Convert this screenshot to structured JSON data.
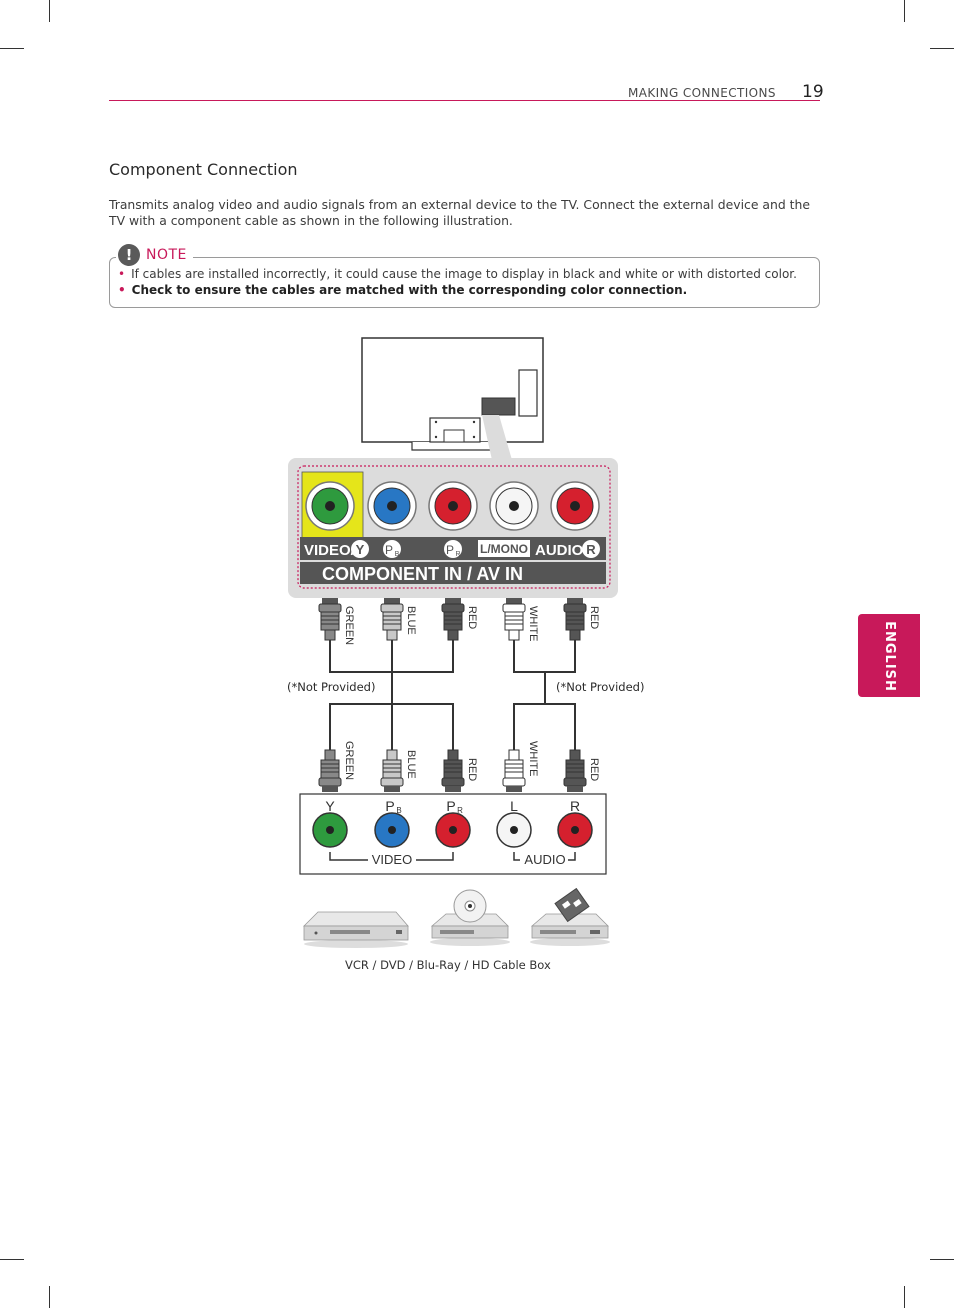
{
  "header": {
    "section": "MAKING CONNECTIONS",
    "page_number": "19"
  },
  "tab": {
    "label": "ENGLISH"
  },
  "section": {
    "title": "Component Connection",
    "body": "Transmits analog video and audio signals from an external device to the TV. Connect the external device and the TV with a component cable as shown in the following illustration."
  },
  "note": {
    "icon_glyph": "!",
    "label": "NOTE",
    "items": [
      "If cables are installed incorrectly, it could cause the image to display in black and white or with distorted color.",
      "Check to ensure the cables are matched with the corresponding color connection."
    ]
  },
  "panel": {
    "video": "VIDEO/",
    "y": "Y",
    "pb_p": "P",
    "pb_sub": "B",
    "pr_p": "P",
    "pr_sub": "R",
    "lmono": "L/MONO",
    "audio": "AUDIO",
    "r": "R",
    "title": "COMPONENT IN / AV IN"
  },
  "cables": {
    "top_labels": [
      "GREEN",
      "BLUE",
      "RED",
      "WHITE",
      "RED"
    ],
    "bottom_labels": [
      "GREEN",
      "BLUE",
      "RED",
      "WHITE",
      "RED"
    ],
    "not_provided_left": "(*Not Provided)",
    "not_provided_right": "(*Not Provided)"
  },
  "device": {
    "y": "Y",
    "pb_p": "P",
    "pb_sub": "B",
    "pr_p": "P",
    "pr_sub": "R",
    "l": "L",
    "r": "R",
    "video": "VIDEO",
    "audio": "AUDIO"
  },
  "caption": "VCR / DVD / Blu-Ray / HD Cable Box",
  "colors": {
    "accent": "#c8195a",
    "green": "#2e9a3e",
    "blue": "#2877c4",
    "red": "#d5202e",
    "white": "#f5f5f5",
    "yellow": "#e5e51a"
  }
}
